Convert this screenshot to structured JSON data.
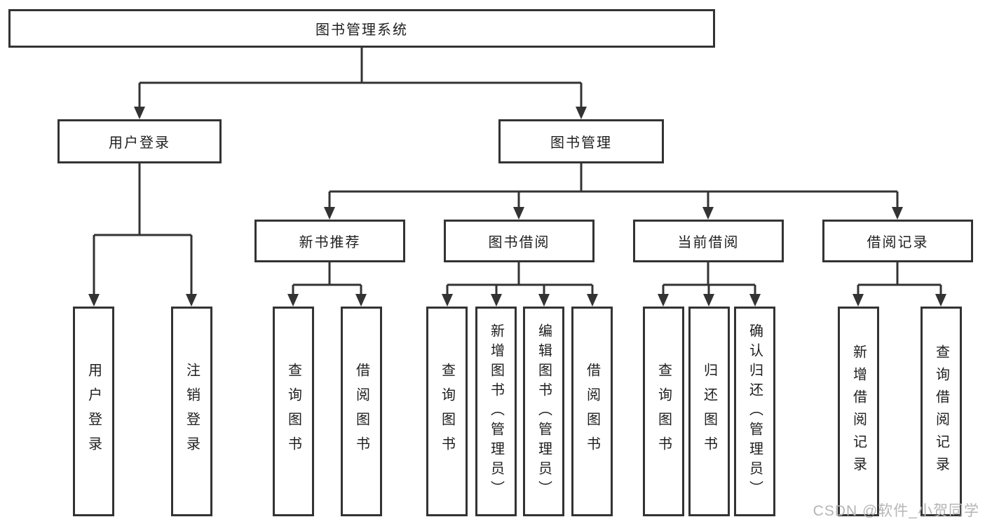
{
  "diagram_title": "图书管理系统",
  "tree": {
    "root": {
      "label": "图书管理系统"
    },
    "branches": [
      {
        "label": "用户登录",
        "children": [
          {
            "label": "用户登录"
          },
          {
            "label": "注销登录"
          }
        ]
      },
      {
        "label": "图书管理",
        "children": [
          {
            "label": "新书推荐",
            "children": [
              {
                "label": "查询图书"
              },
              {
                "label": "借阅图书"
              }
            ]
          },
          {
            "label": "图书借阅",
            "children": [
              {
                "label": "查询图书"
              },
              {
                "label": "新增图书（管理员）"
              },
              {
                "label": "编辑图书（管理员）"
              },
              {
                "label": "借阅图书"
              }
            ]
          },
          {
            "label": "当前借阅",
            "children": [
              {
                "label": "查询图书"
              },
              {
                "label": "归还图书"
              },
              {
                "label": "确认归还（管理员）"
              }
            ]
          },
          {
            "label": "借阅记录",
            "children": [
              {
                "label": "新增借阅记录"
              },
              {
                "label": "查询借阅记录"
              }
            ]
          }
        ]
      }
    ]
  },
  "watermark": {
    "text": "CSDN @软件_小贺同学"
  },
  "colors": {
    "line": "#333333",
    "box_border": "#333333",
    "text": "#1f1f1f",
    "watermark": "#b5b5b5",
    "background": "#ffffff"
  }
}
